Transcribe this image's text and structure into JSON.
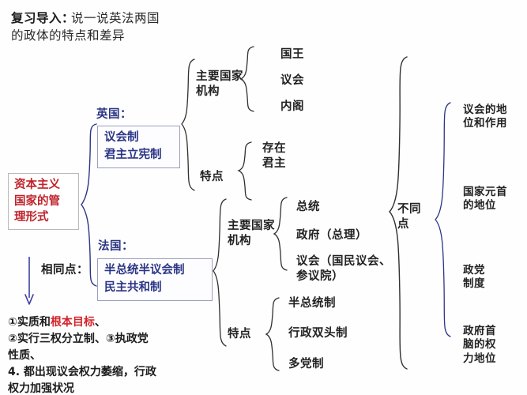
{
  "header": {
    "lead_label": "复习导入：",
    "lead_text": "说一说英法两国",
    "lead_text_line2": "的政体的特点和差异"
  },
  "root": {
    "box_text": "资本主义\n国家的管\n理形式",
    "color": "#c0232b"
  },
  "same_points": {
    "label": "相同点：",
    "arrow": "down-arrow",
    "note_part1": "①实质和",
    "note_highlight": "根本目标",
    "note_part2": "、\n②实行三权分立制、③执政党\n性质、\n4. 都出现议会权力萎缩，行政\n权力加强状况"
  },
  "branches": [
    {
      "country_label": "英国：",
      "box_text": "议会制\n君主立宪制",
      "color": "#2b3585",
      "groups": [
        {
          "title": "主要国家\n机构",
          "items": [
            "国王",
            "议会",
            "内阁"
          ]
        },
        {
          "title": "特点",
          "items": [
            "存在\n君主"
          ]
        }
      ]
    },
    {
      "country_label": "法国：",
      "box_text": "半总统半议会制\n民主共和制",
      "color": "#2b3585",
      "groups": [
        {
          "title": "主要国家\n机构",
          "items": [
            "总统",
            "政府（总理）",
            "议会（国民议会、\n参议院）"
          ]
        },
        {
          "title": "特点",
          "items": [
            "半总统制",
            "行政双头制",
            "多党制"
          ]
        }
      ]
    }
  ],
  "differences": {
    "label": "不同\n点",
    "items": [
      "议会的地\n位和作用",
      "国家元首\n的地位",
      "政党\n制度",
      "政府首\n脑的权\n力地位"
    ]
  }
}
